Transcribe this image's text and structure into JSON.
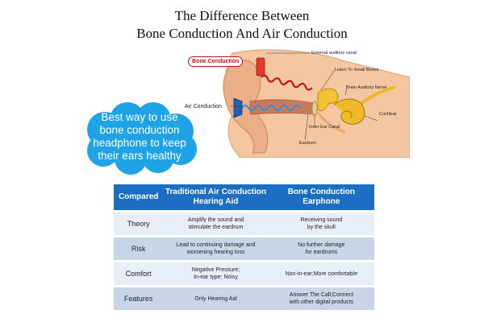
{
  "title": {
    "line1": "The Difference Between",
    "line2": "Bone Conduction And Air Conduction"
  },
  "diagram": {
    "bone_conduction": "Bone Conduction",
    "air_conduction": "Air Conduction",
    "external_auditory_canal": "External auditory canal",
    "listen_to_small_bones": "Listen To Small Bones",
    "brain_auditory_nerve": "Brain Auditory Nerve",
    "cochlear": "Cochlear",
    "inner_ear_canal": "Inner Ear Canal",
    "eardrum": "Eardrum"
  },
  "callout": {
    "lines": [
      "Best way to use",
      "bone conduction",
      "headphone to keep",
      "their ears healthy"
    ]
  },
  "table": {
    "headers": {
      "compared": "Compared",
      "air_l1": "Traditional Air Conduction",
      "air_l2": "Hearing Aid",
      "bone_l1": "Bone Conduction",
      "bone_l2": "Earphone"
    },
    "rows": [
      {
        "label": "Theory",
        "air_l1": "Amplify the sound and",
        "air_l2": "stimulate the eardrum",
        "bone_l1": "Receiving sound",
        "bone_l2": "by the skull"
      },
      {
        "label": "Risk",
        "air_l1": "Lead to continuing damage and",
        "air_l2": "worsening hearing loss",
        "bone_l1": "No further damage",
        "bone_l2": "for eardrums"
      },
      {
        "label": "Comfort",
        "air_l1": "Negative Pressure;",
        "air_l2": "In-ear type; Noisy",
        "bone_l1": "Non-in-ear;More comfortable",
        "bone_l2": ""
      },
      {
        "label": "Features",
        "air_l1": "Only Hearing Aid",
        "air_l2": "",
        "bone_l1": "Answer The Call;Connect",
        "bone_l2": "with other digital products"
      }
    ]
  },
  "colors": {
    "header_blue": "#1b6ec2",
    "cloud_blue": "#1ea3e6",
    "bone_red": "#c0141c",
    "air_blue": "#2a8fd6"
  }
}
